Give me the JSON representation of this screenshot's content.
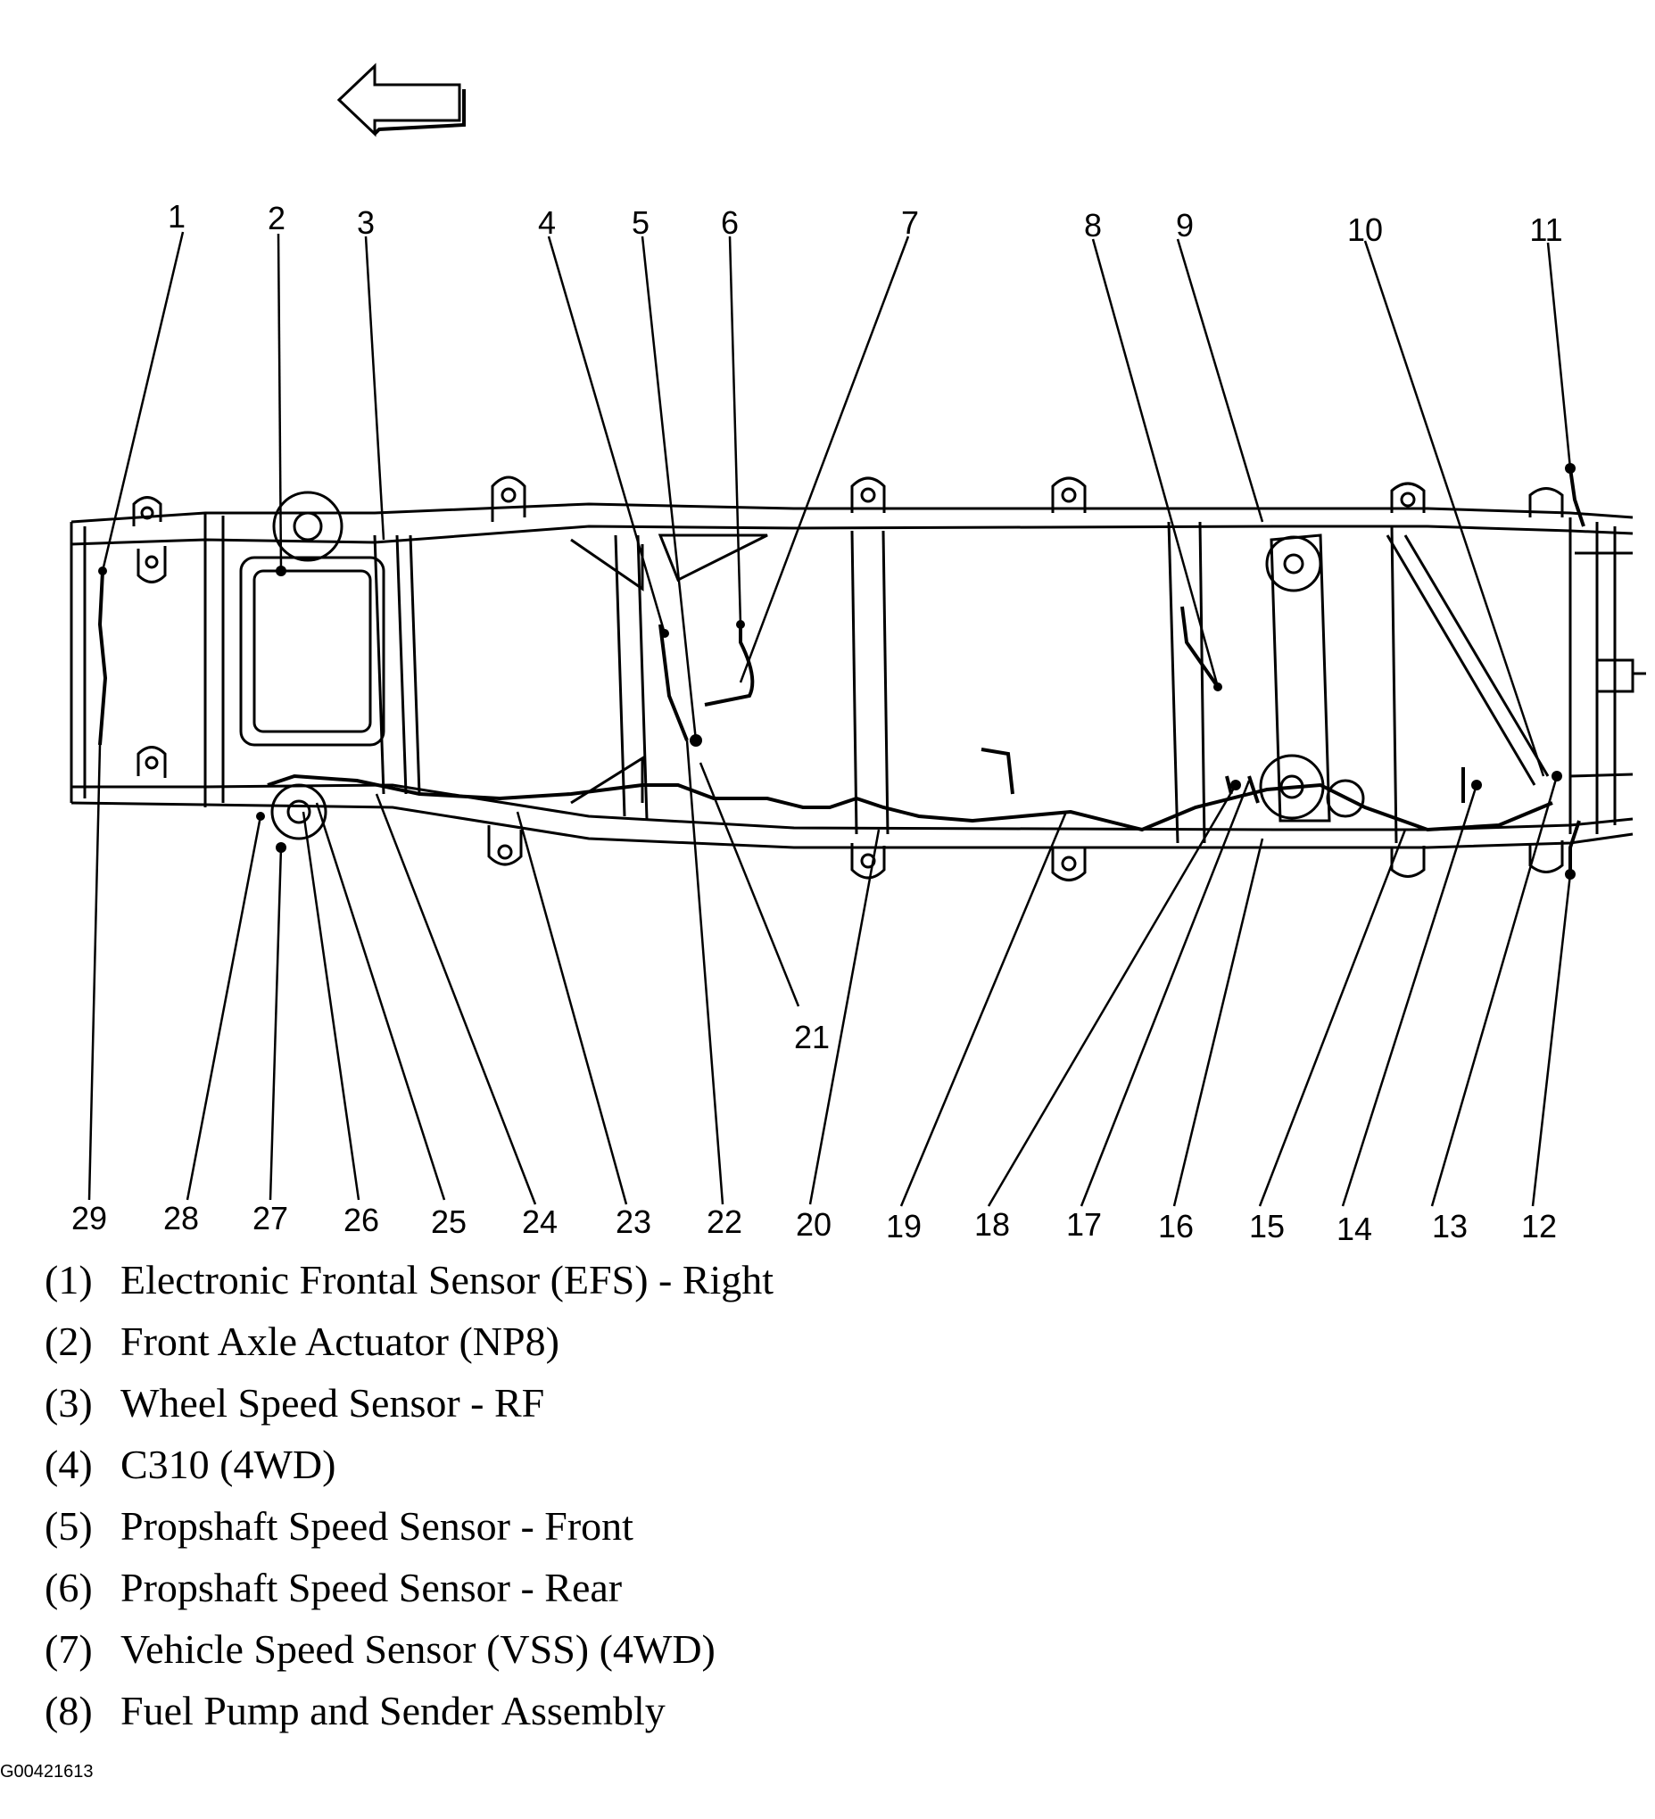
{
  "diagram": {
    "figure_id": "G00421613",
    "top_callouts": [
      "1",
      "2",
      "3",
      "4",
      "5",
      "6",
      "7",
      "8",
      "9",
      "10",
      "11"
    ],
    "bottom_callouts": [
      "29",
      "28",
      "27",
      "26",
      "25",
      "24",
      "23",
      "22",
      "20",
      "19",
      "18",
      "17",
      "16",
      "15",
      "14",
      "13",
      "12"
    ],
    "side_callout": "21",
    "direction_arrow": "arrow-left-icon",
    "line_color": "#000000",
    "background_color": "#ffffff"
  },
  "legend": [
    {
      "num": "(1)",
      "label": "Electronic Frontal Sensor (EFS) - Right"
    },
    {
      "num": "(2)",
      "label": "Front Axle Actuator (NP8)"
    },
    {
      "num": "(3)",
      "label": "Wheel Speed Sensor - RF"
    },
    {
      "num": "(4)",
      "label": "C310 (4WD)"
    },
    {
      "num": "(5)",
      "label": "Propshaft Speed Sensor - Front"
    },
    {
      "num": "(6)",
      "label": "Propshaft Speed Sensor - Rear"
    },
    {
      "num": "(7)",
      "label": "Vehicle Speed Sensor (VSS) (4WD)"
    },
    {
      "num": "(8)",
      "label": "Fuel Pump and Sender Assembly"
    }
  ]
}
